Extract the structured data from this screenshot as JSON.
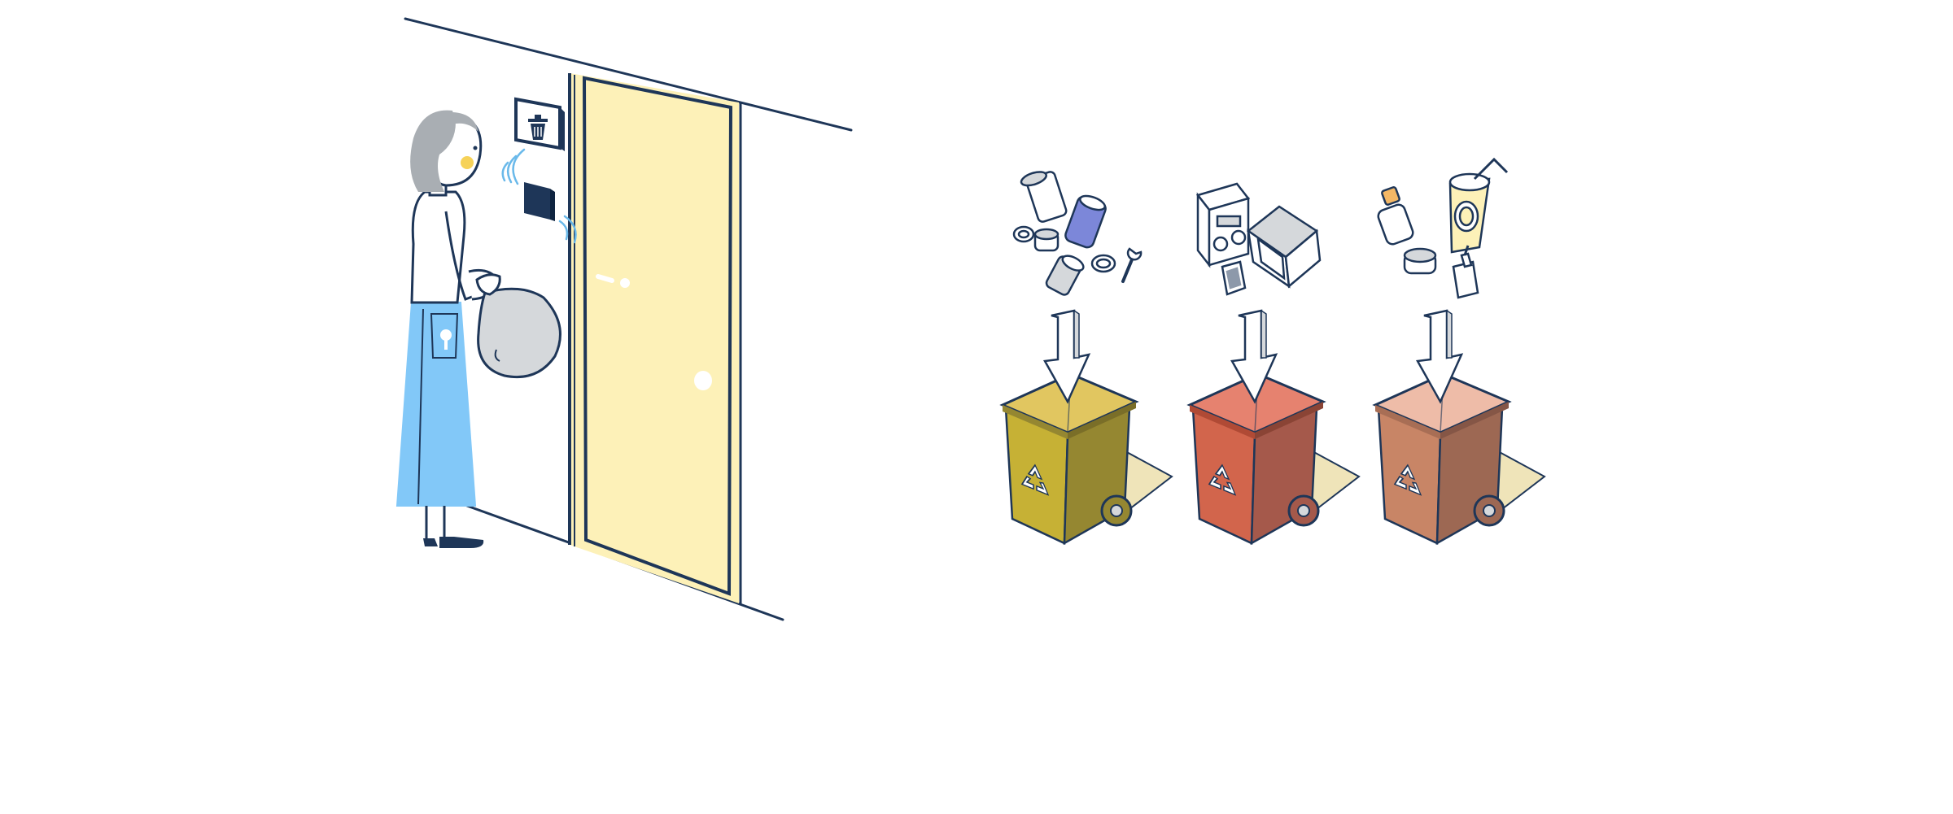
{
  "colors": {
    "ink": "#1e3658",
    "door_fill": "#fdf1b8",
    "skirt": "#82c8f8",
    "hair": "#a9aeb3",
    "bag": "#d5d8db",
    "cheek": "#f6d258",
    "wave": "#6ab9ea",
    "bin_yellow_top": "#e1c660",
    "bin_yellow_front": "#c6b135",
    "bin_yellow_side": "#958731",
    "bin_red_top": "#e6826f",
    "bin_red_front": "#d2654c",
    "bin_red_side": "#a5594b",
    "bin_tan_top": "#eebca8",
    "bin_tan_front": "#c88566",
    "bin_tan_side": "#9d6853",
    "shadow": "#efe4b9",
    "can_purple": "#7c87d9",
    "bottle_cap": "#f4b866"
  },
  "icons": [
    "trash-can-icon",
    "wireless-signal-icon",
    "down-arrow-icon",
    "recycle-icon",
    "wrench-icon"
  ],
  "bins": [
    {
      "category": "metal-cans",
      "color": "yellow"
    },
    {
      "category": "electronics",
      "color": "red"
    },
    {
      "category": "bottles-plastics",
      "color": "tan"
    }
  ]
}
